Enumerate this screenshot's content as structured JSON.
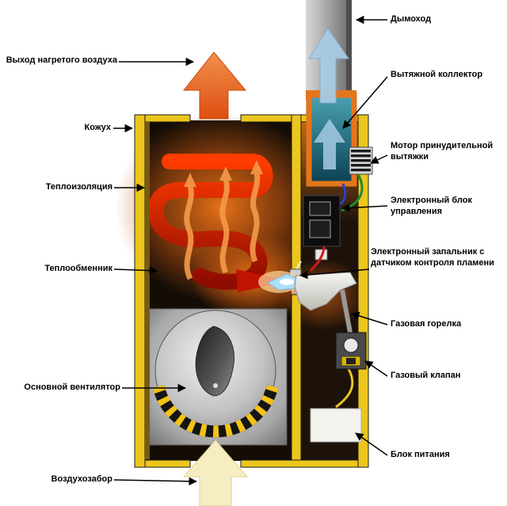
{
  "figure": {
    "kind": "gas-furnace-cutaway-diagram"
  },
  "labels": {
    "left": [
      {
        "text": "Выход нагретого воздуха"
      },
      {
        "text": "Кожух"
      },
      {
        "text": "Теплоизоляция"
      },
      {
        "text": "Теплообменник"
      },
      {
        "text": "Основной вентилятор"
      },
      {
        "text": "Воздухозабор"
      }
    ],
    "right": [
      {
        "text": "Дымоход"
      },
      {
        "text": "Вытяжной коллектор"
      },
      {
        "text": "Мотор принудительной вытяжки"
      },
      {
        "text": "Электронный блок управления"
      },
      {
        "text": "Электронный запальник с датчиком контроля пламени"
      },
      {
        "text": "Газовая горелка"
      },
      {
        "text": "Газовый клапан"
      },
      {
        "text": "Блок питания"
      }
    ]
  },
  "colors": {
    "casing_yellow": "#ecc61c",
    "heat_exchanger_red": "#d42000",
    "heated_air_orange": "#e8692a",
    "intake_air_pale_yellow": "#f6eec2",
    "flue_gas_blue": "#a9cbe4",
    "collector_teal": "#2e7f92",
    "leader_black": "#000000"
  }
}
